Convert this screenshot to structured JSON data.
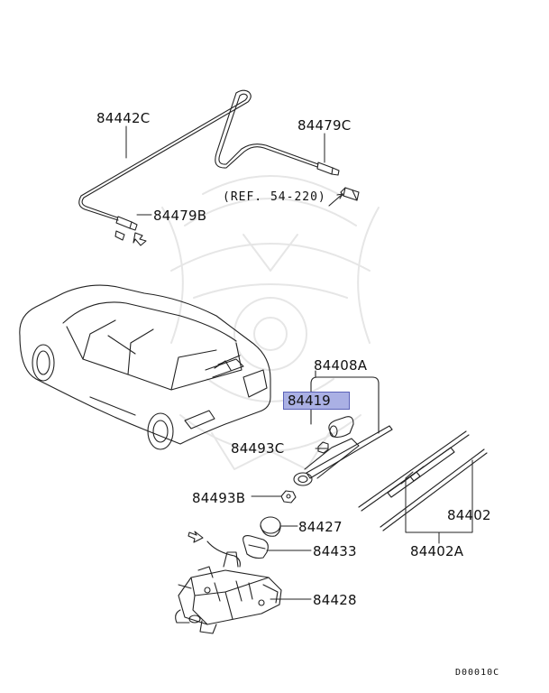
{
  "diagram": {
    "part_labels": {
      "p84442C": "84442C",
      "p84479C": "84479C",
      "p84479B": "84479B",
      "p84408A": "84408A",
      "p84419": "84419",
      "p84493C": "84493C",
      "p84493B": "84493B",
      "p84427": "84427",
      "p84433": "84433",
      "p84428": "84428",
      "p84402": "84402",
      "p84402A": "84402A"
    },
    "reference": "(REF. 54-220)",
    "diagram_code": "D00010C",
    "highlight_color": "#aab0e4"
  }
}
